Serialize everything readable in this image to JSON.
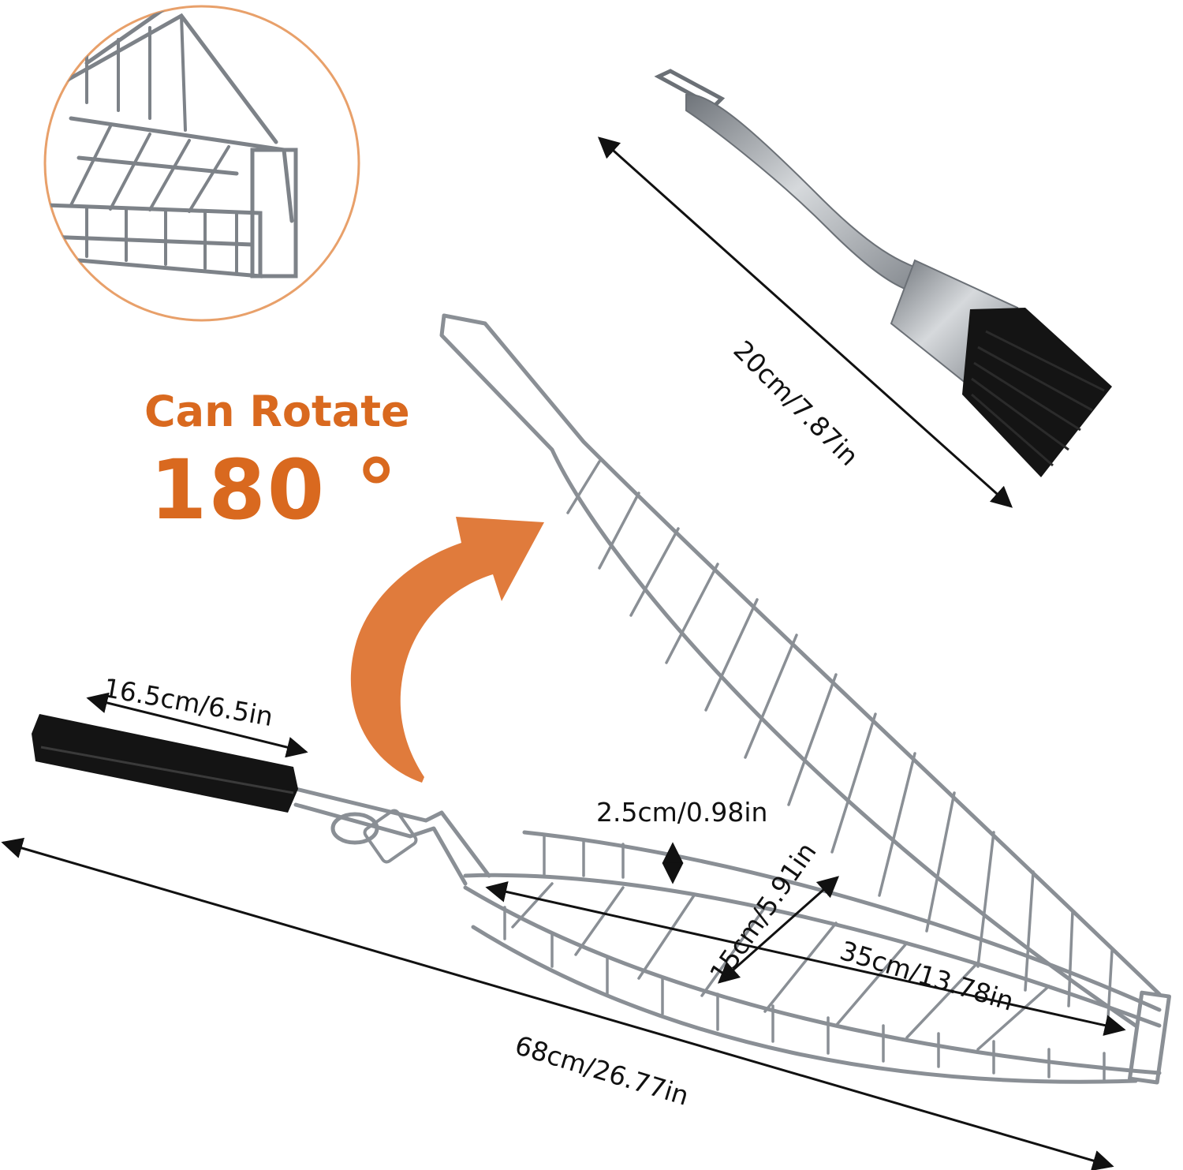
{
  "headline": {
    "line1": "Can Rotate",
    "line2": "180 °",
    "color": "#d9691f"
  },
  "dimensions": {
    "brush_length": "20cm/7.87in",
    "handle_length": "16.5cm/6.5in",
    "basket_depth": "2.5cm/0.98in",
    "basket_width": "15cm/5.91in",
    "basket_inner_length": "35cm/13.78in",
    "total_length": "68cm/26.77in"
  },
  "colors": {
    "steel": "#8a8f95",
    "steel_dark": "#5f646a",
    "handle_black": "#141414",
    "accent_orange": "#e07b3c",
    "circle_border": "#e8a06a"
  },
  "icons": {
    "rotate_arrow": "curved-arrow-icon",
    "dimension_arrows": "double-arrow-icon"
  }
}
